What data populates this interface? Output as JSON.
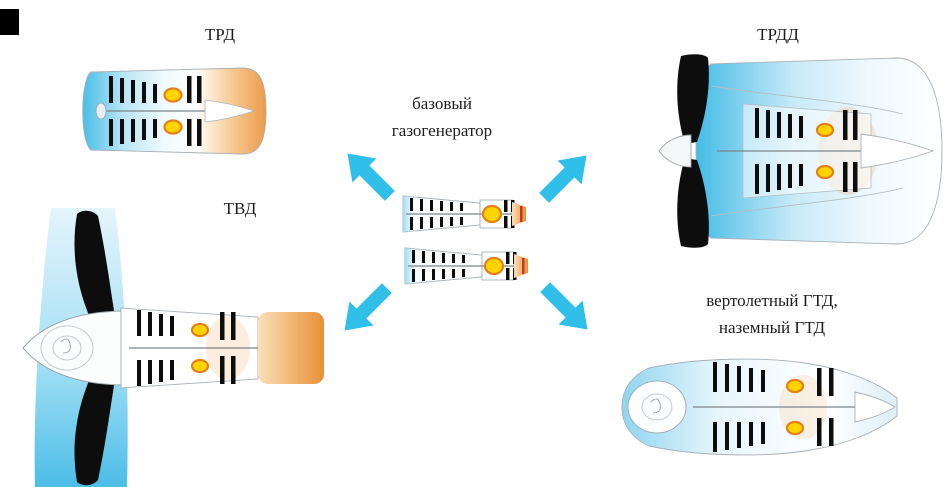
{
  "diagram": {
    "title_context": "gas-turbine engine family derived from a common core",
    "trd": {
      "label": "ТРД"
    },
    "trdd": {
      "label": "ТРДД"
    },
    "tvd": {
      "label": "ТВД"
    },
    "center": {
      "line1": "базовый",
      "line2": "газогенератор"
    },
    "gtd": {
      "line1": "вертолетный ГТД,",
      "line2": "наземный ГТД"
    },
    "colors": {
      "arrow": "#2fbfe9",
      "combustor": "#ffd400",
      "combustor_ring": "#e67f17",
      "blade": "#0d0d0d",
      "intake_blue": "#49bee7",
      "exhaust_orange": "#ec9b49",
      "background": "#ffffff"
    }
  }
}
